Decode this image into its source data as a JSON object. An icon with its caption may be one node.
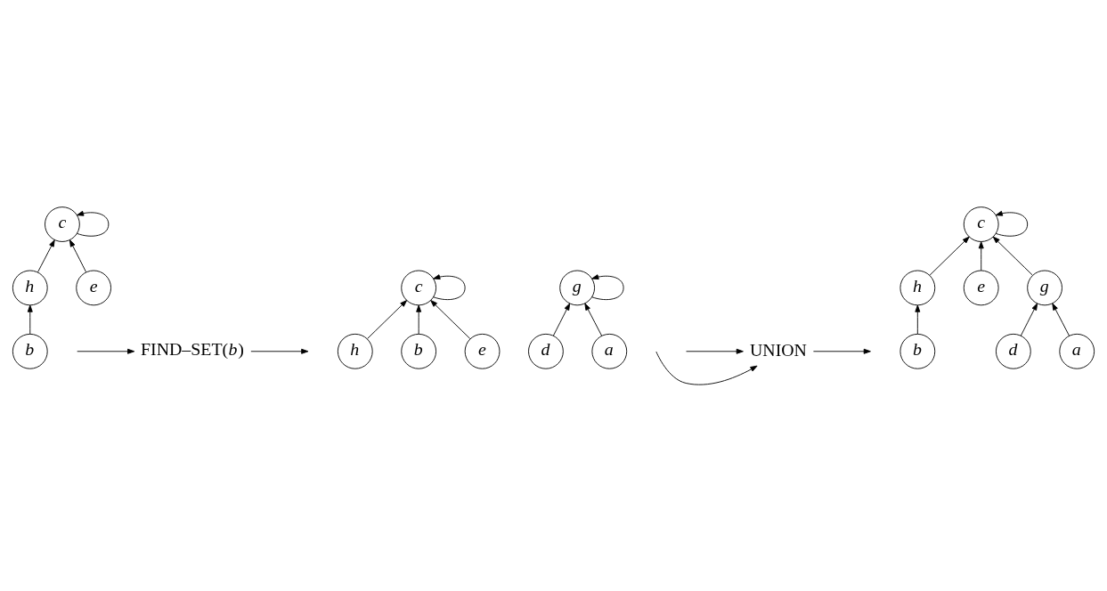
{
  "diagram": {
    "nodes": [
      {
        "text": [
          "c"
        ]
      },
      {
        "text": [
          "h"
        ]
      },
      {
        "text": [
          "e"
        ]
      },
      {
        "text": [
          "b"
        ]
      },
      {
        "text": [
          "FIND–SET(*b*)"
        ]
      },
      {
        "text": [
          "c"
        ]
      },
      {
        "text": [
          "h"
        ]
      },
      {
        "text": [
          "b"
        ]
      },
      {
        "text": [
          "e"
        ]
      },
      {
        "text": [
          "g"
        ]
      },
      {
        "text": [
          "d"
        ]
      },
      {
        "text": [
          "a"
        ]
      },
      {
        "text": [
          "UNION"
        ]
      },
      {
        "text": [
          "c"
        ]
      },
      {
        "text": [
          "h"
        ]
      },
      {
        "text": [
          "e"
        ]
      },
      {
        "text": [
          "g"
        ]
      },
      {
        "text": [
          "b"
        ]
      },
      {
        "text": [
          "d"
        ]
      },
      {
        "text": [
          "a"
        ]
      }
    ],
    "edges": [
      {
        "from": 0,
        "to": 0,
        "arrow": "to"
      },
      {
        "from": 1,
        "to": 0,
        "arrow": "to"
      },
      {
        "from": 2,
        "to": 0,
        "arrow": "to"
      },
      {
        "from": 3,
        "to": 1,
        "arrow": "to"
      },
      {
        "from": null,
        "to": 4,
        "arrow": "to"
      },
      {
        "from": 4,
        "to": null,
        "arrow": "to"
      },
      {
        "from": 5,
        "to": 5,
        "arrow": "to"
      },
      {
        "from": 6,
        "to": 5,
        "arrow": "to"
      },
      {
        "from": 7,
        "to": 5,
        "arrow": "to"
      },
      {
        "from": 8,
        "to": 5,
        "arrow": "to"
      },
      {
        "from": 9,
        "to": 9,
        "arrow": "to"
      },
      {
        "from": 10,
        "to": 9,
        "arrow": "to"
      },
      {
        "from": 11,
        "to": 9,
        "arrow": "to"
      },
      {
        "from": null,
        "to": 12,
        "arrow": "to"
      },
      {
        "from": 12,
        "to": null,
        "arrow": "to"
      },
      {
        "from": null,
        "to": 12,
        "arrow": "to"
      },
      {
        "from": 13,
        "to": 13,
        "arrow": "to"
      },
      {
        "from": 14,
        "to": 13,
        "arrow": "to"
      },
      {
        "from": 15,
        "to": 13,
        "arrow": "to"
      },
      {
        "from": 16,
        "to": 13,
        "arrow": "to"
      },
      {
        "from": 17,
        "to": 14,
        "arrow": "to"
      },
      {
        "from": 18,
        "to": 16,
        "arrow": "to"
      },
      {
        "from": 19,
        "to": 16,
        "arrow": "to"
      }
    ]
  }
}
